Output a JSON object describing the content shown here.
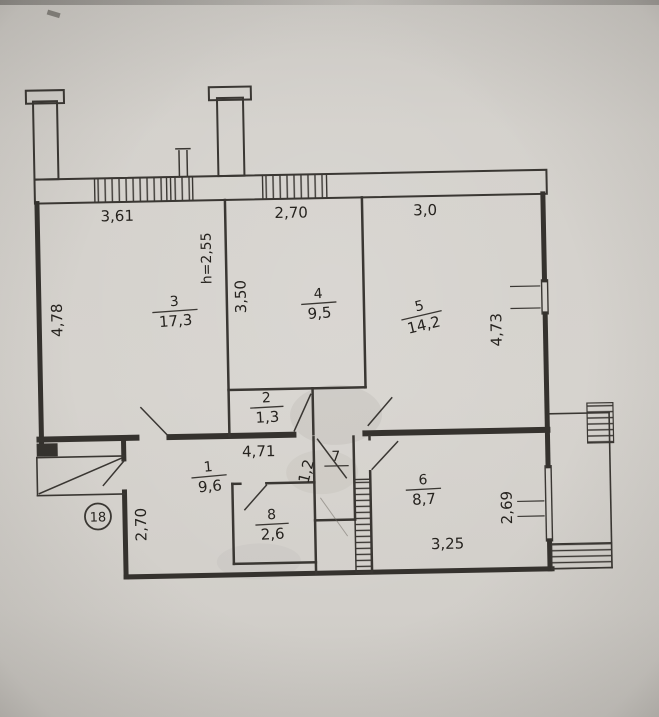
{
  "document": {
    "kind": "apartment floor plan scan"
  },
  "plan": {
    "apartment_number": "18",
    "ceiling_height_note": "h=2,55",
    "line_color": "#3a3733",
    "rooms": [
      {
        "number": "1",
        "area": "9,6"
      },
      {
        "number": "2",
        "area": "1,3"
      },
      {
        "number": "3",
        "area": "17,3"
      },
      {
        "number": "4",
        "area": "9,5"
      },
      {
        "number": "5",
        "area": "14,2"
      },
      {
        "number": "6",
        "area": "8,7"
      },
      {
        "number": "7",
        "area": "1,2"
      },
      {
        "number": "8",
        "area": "2,6"
      }
    ],
    "dimensions": {
      "room3_width_top": "3,61",
      "room4_width_top": "2,70",
      "room5_width_top": "3,0",
      "room3_depth_left": "4,78",
      "room4_depth": "3,50",
      "room5_depth_right": "4,73",
      "hall_width": "4,71",
      "hall_depth_left": "2,70",
      "room6_depth_right": "2,69",
      "room6_width_bottom": "3,25"
    }
  }
}
